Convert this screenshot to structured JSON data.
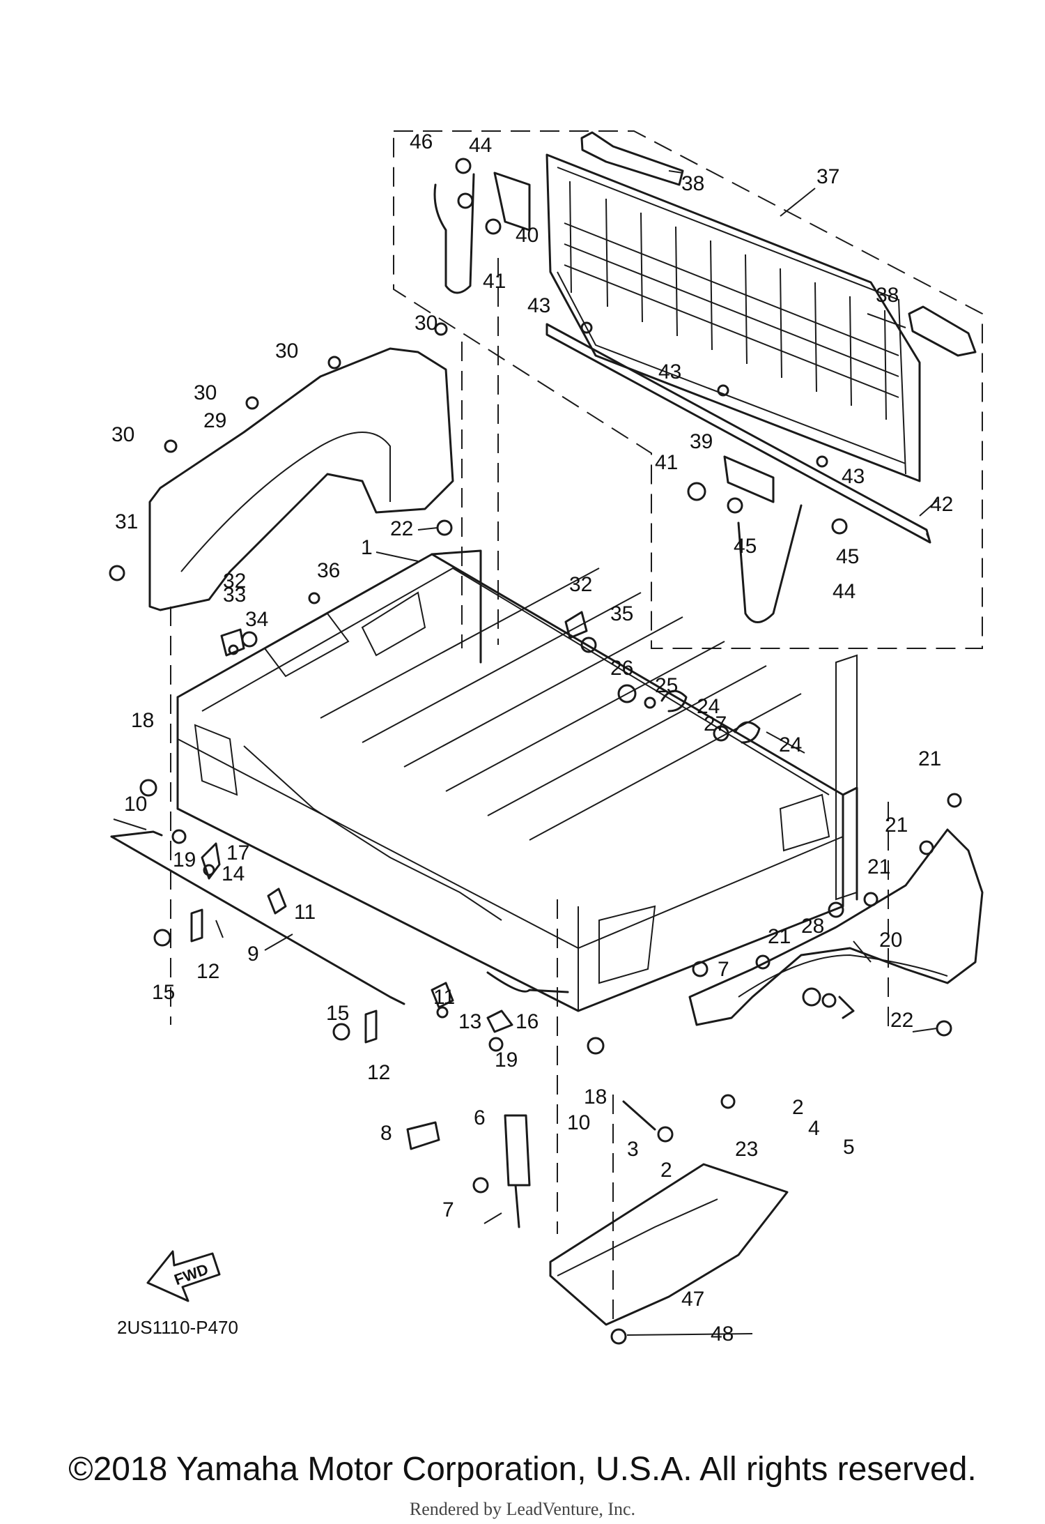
{
  "callouts": [
    {
      "id": "c1",
      "label": "1"
    },
    {
      "id": "c2a",
      "label": "2"
    },
    {
      "id": "c2b",
      "label": "2"
    },
    {
      "id": "c3",
      "label": "3"
    },
    {
      "id": "c4",
      "label": "4"
    },
    {
      "id": "c5",
      "label": "5"
    },
    {
      "id": "c6",
      "label": "6"
    },
    {
      "id": "c7a",
      "label": "7"
    },
    {
      "id": "c7b",
      "label": "7"
    },
    {
      "id": "c8",
      "label": "8"
    },
    {
      "id": "c9",
      "label": "9"
    },
    {
      "id": "c10a",
      "label": "10"
    },
    {
      "id": "c10b",
      "label": "10"
    },
    {
      "id": "c11a",
      "label": "11"
    },
    {
      "id": "c11b",
      "label": "11"
    },
    {
      "id": "c12a",
      "label": "12"
    },
    {
      "id": "c12b",
      "label": "12"
    },
    {
      "id": "c13",
      "label": "13"
    },
    {
      "id": "c14",
      "label": "14"
    },
    {
      "id": "c15a",
      "label": "15"
    },
    {
      "id": "c15b",
      "label": "15"
    },
    {
      "id": "c16",
      "label": "16"
    },
    {
      "id": "c17",
      "label": "17"
    },
    {
      "id": "c18a",
      "label": "18"
    },
    {
      "id": "c18b",
      "label": "18"
    },
    {
      "id": "c19a",
      "label": "19"
    },
    {
      "id": "c19b",
      "label": "19"
    },
    {
      "id": "c20",
      "label": "20"
    },
    {
      "id": "c21a",
      "label": "21"
    },
    {
      "id": "c21b",
      "label": "21"
    },
    {
      "id": "c21c",
      "label": "21"
    },
    {
      "id": "c21d",
      "label": "21"
    },
    {
      "id": "c22a",
      "label": "22"
    },
    {
      "id": "c22b",
      "label": "22"
    },
    {
      "id": "c23",
      "label": "23"
    },
    {
      "id": "c24a",
      "label": "24"
    },
    {
      "id": "c24b",
      "label": "24"
    },
    {
      "id": "c25",
      "label": "25"
    },
    {
      "id": "c26",
      "label": "26"
    },
    {
      "id": "c27",
      "label": "27"
    },
    {
      "id": "c28",
      "label": "28"
    },
    {
      "id": "c29",
      "label": "29"
    },
    {
      "id": "c30a",
      "label": "30"
    },
    {
      "id": "c30b",
      "label": "30"
    },
    {
      "id": "c30c",
      "label": "30"
    },
    {
      "id": "c30d",
      "label": "30"
    },
    {
      "id": "c31",
      "label": "31"
    },
    {
      "id": "c32a",
      "label": "32"
    },
    {
      "id": "c32b",
      "label": "32"
    },
    {
      "id": "c33",
      "label": "33"
    },
    {
      "id": "c34",
      "label": "34"
    },
    {
      "id": "c35",
      "label": "35"
    },
    {
      "id": "c36",
      "label": "36"
    },
    {
      "id": "c37",
      "label": "37"
    },
    {
      "id": "c38a",
      "label": "38"
    },
    {
      "id": "c38b",
      "label": "38"
    },
    {
      "id": "c39",
      "label": "39"
    },
    {
      "id": "c40",
      "label": "40"
    },
    {
      "id": "c41a",
      "label": "41"
    },
    {
      "id": "c41b",
      "label": "41"
    },
    {
      "id": "c42",
      "label": "42"
    },
    {
      "id": "c43a",
      "label": "43"
    },
    {
      "id": "c43b",
      "label": "43"
    },
    {
      "id": "c43c",
      "label": "43"
    },
    {
      "id": "c44a",
      "label": "44"
    },
    {
      "id": "c44b",
      "label": "44"
    },
    {
      "id": "c45a",
      "label": "45"
    },
    {
      "id": "c45b",
      "label": "45"
    },
    {
      "id": "c46",
      "label": "46"
    },
    {
      "id": "c47",
      "label": "47"
    },
    {
      "id": "c48",
      "label": "48"
    }
  ],
  "fwd_label": "FWD",
  "diagram_ref": "2US1110-P470",
  "copyright": "©2018 Yamaha Motor Corporation, U.S.A. All rights reserved.",
  "rendered_by": "Rendered by LeadVenture, Inc."
}
